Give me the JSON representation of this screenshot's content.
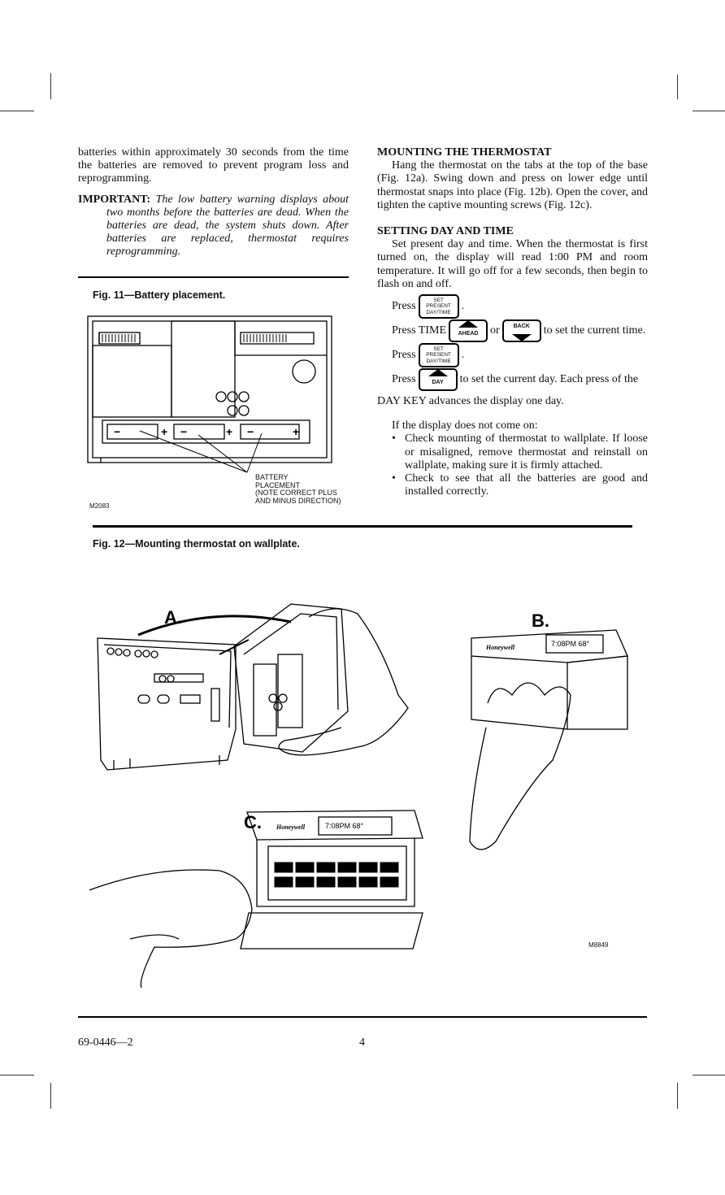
{
  "left_column": {
    "intro": "batteries within approximately 30 seconds from the time the batteries are removed to prevent program loss and reprogramming.",
    "important_label": "IMPORTANT:",
    "important_text": "The low battery warning displays about two months before the batteries are dead. When the batteries are dead, the system shuts down. After batteries are replaced, thermostat requires reprogramming."
  },
  "fig11": {
    "caption": "Fig. 11—Battery placement.",
    "code": "M2083",
    "label_line1": "BATTERY",
    "label_line2": "PLACEMENT",
    "label_line3": "(NOTE CORRECT PLUS",
    "label_line4": "AND MINUS DIRECTION)"
  },
  "mounting": {
    "heading": "MOUNTING THE THERMOSTAT",
    "text": "Hang the thermostat on the tabs at the top of the base (Fig. 12a). Swing down and press on lower edge until thermostat snaps into place (Fig. 12b). Open the cover, and tighten the captive mounting screws (Fig. 12c)."
  },
  "setting": {
    "heading": "SETTING DAY AND TIME",
    "text": "Set present day and time. When the thermostat is first turned on, the display will read 1:00 PM and room temperature. It will go off for a few seconds, then begin to flash on and off.",
    "press": "Press",
    "press_time": "Press TIME",
    "or": "or",
    "set_time_text": "to set the current time.",
    "set_day_text": "to set the current day. Each press of the",
    "day_key_text": "DAY KEY advances the display one day.",
    "period": ".",
    "key_set_line1": "SET",
    "key_set_line2": "PRESENT",
    "key_set_line3": "DAY/TIME",
    "key_ahead": "AHEAD",
    "key_back": "BACK",
    "key_day": "DAY",
    "if_display": "If the display does not come on:",
    "bullets": [
      "Check mounting of thermostat to wallplate. If loose or misaligned, remove thermostat and reinstall on wallplate, making sure it is firmly attached.",
      "Check to see that all the batteries are good and installed correctly."
    ]
  },
  "fig12": {
    "caption": "Fig. 12—Mounting thermostat on wallplate.",
    "label_a": "A.",
    "label_b": "B.",
    "label_c": "C.",
    "brand": "Honeywell",
    "display": "7:08PM 68°",
    "code": "M8849"
  },
  "footer": {
    "doc_number": "69-0446—2",
    "page_number": "4"
  }
}
